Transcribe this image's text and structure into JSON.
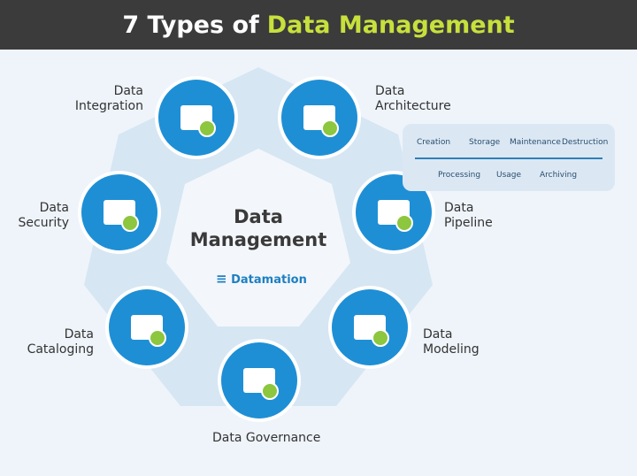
{
  "header": {
    "title_prefix": "7 Types of",
    "title_highlight": "Data Management"
  },
  "center": {
    "line1": "Data",
    "line2": "Management",
    "brand": "Datamation"
  },
  "types": [
    {
      "label": "Data Integration",
      "icon": "folder-link-icon"
    },
    {
      "label": "Data Architecture",
      "icon": "hierarchy-shapes-icon"
    },
    {
      "label": "Data Pipeline",
      "icon": "pipe-icon"
    },
    {
      "label": "Data Modeling",
      "icon": "open-book-user-icon"
    },
    {
      "label": "Data Governance",
      "icon": "bank-building-check-icon"
    },
    {
      "label": "Data Cataloging",
      "icon": "abc-cards-search-icon"
    },
    {
      "label": "Data Security",
      "icon": "padlock-check-icon"
    }
  ],
  "labels": {
    "integration": [
      "Data",
      "Integration"
    ],
    "architecture": [
      "Data",
      "Architecture"
    ],
    "pipeline": [
      "Data",
      "Pipeline"
    ],
    "modeling": [
      "Data",
      "Modeling"
    ],
    "governance": "Data Governance",
    "cataloging": [
      "Data",
      "Cataloging"
    ],
    "security": [
      "Data",
      "Security"
    ]
  },
  "lifecycle": {
    "top": [
      "Creation",
      "Storage",
      "Maintenance",
      "Destruction"
    ],
    "bottom": [
      "Processing",
      "Usage",
      "Archiving"
    ]
  },
  "colors": {
    "header": "#3b3b3b",
    "highlight": "#c8e03c",
    "circle": "#1e8fd5",
    "badge": "#8dc63f",
    "ring": "#d6e6f3"
  }
}
